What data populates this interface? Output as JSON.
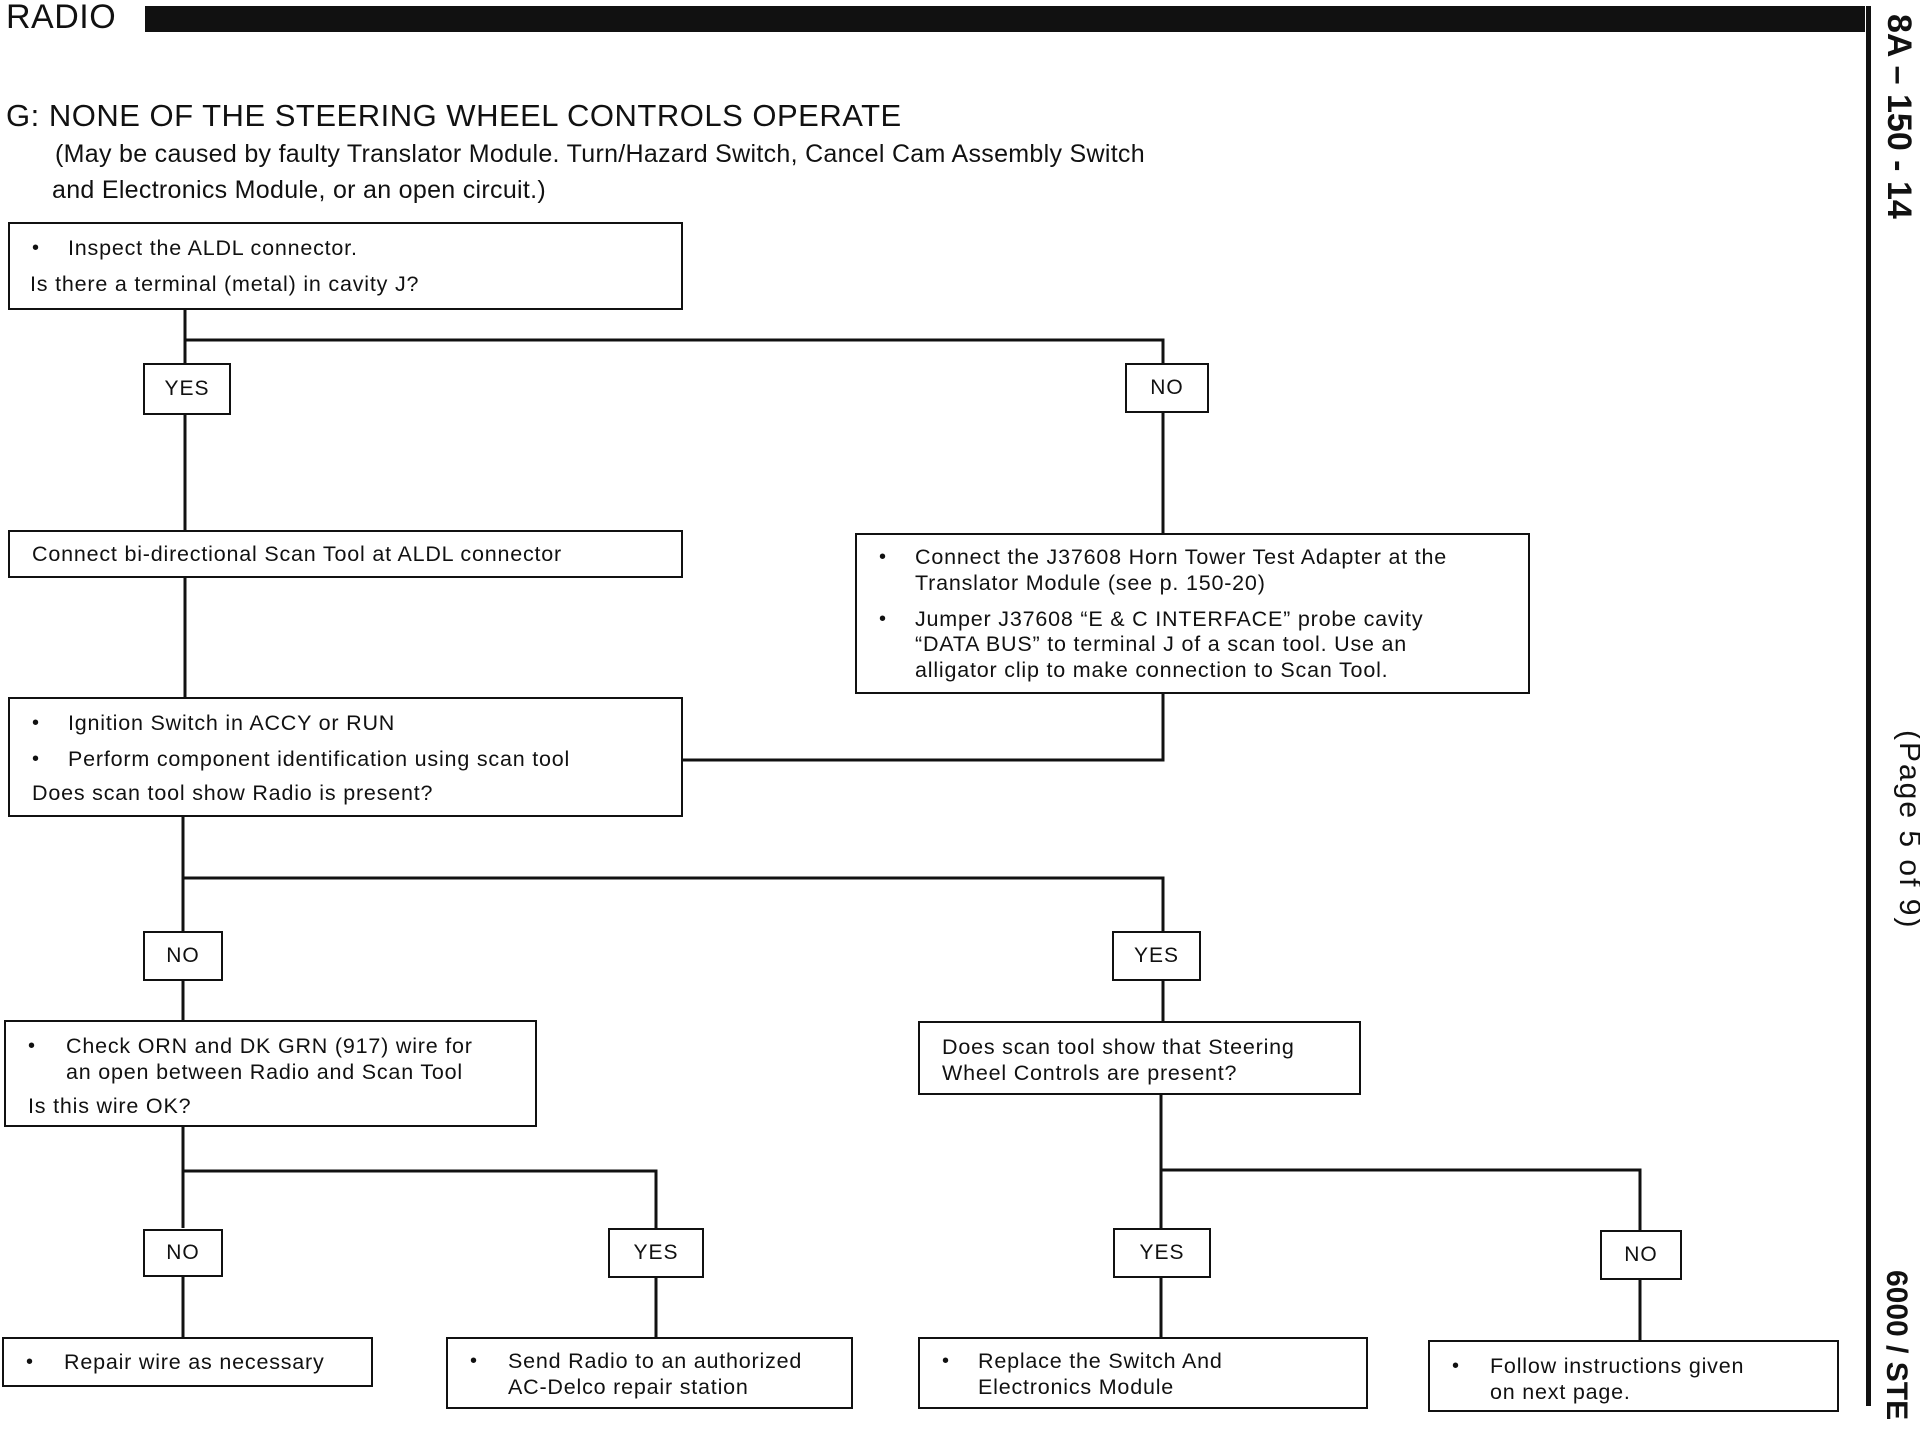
{
  "header": {
    "title": "RADIO",
    "side_code": "8A – 150 - 14",
    "side_page": "(Page 5 of 9)",
    "side_model": "6000 / STE"
  },
  "section": {
    "heading": "G: NONE OF THE STEERING WHEEL CONTROLS OPERATE",
    "sub_line1": "(May be caused by faulty Translator Module. Turn/Hazard Switch, Cancel Cam Assembly Switch",
    "sub_line2": "and Electronics Module, or an open circuit.)"
  },
  "boxes": {
    "aldl": {
      "bullet": "Inspect the ALDL connector.",
      "question": "Is there a terminal (metal) in cavity J?"
    },
    "connect_scan": {
      "text": "Connect bi-directional Scan Tool at ALDL connector"
    },
    "horn_tower": {
      "b1_l1": "Connect the J37608 Horn Tower Test Adapter at the",
      "b1_l2": "Translator Module (see p. 150-20)",
      "b2_l1": "Jumper J37608 “E & C INTERFACE” probe cavity",
      "b2_l2": "“DATA BUS” to terminal J of a scan tool. Use an",
      "b2_l3": "alligator clip to make connection to Scan Tool."
    },
    "ignition": {
      "b1": "Ignition Switch in ACCY or RUN",
      "b2": "Perform component identification using scan tool",
      "question": "Does scan tool show Radio is present?"
    },
    "check_wire": {
      "b1_l1": "Check ORN and DK GRN (917) wire for",
      "b1_l2": "an open between Radio and Scan Tool",
      "question": "Is this wire OK?"
    },
    "steering_present": {
      "l1": "Does scan tool show that Steering",
      "l2": "Wheel Controls are present?"
    },
    "repair_wire": {
      "b1": "Repair wire as necessary"
    },
    "send_radio": {
      "b1_l1": "Send Radio to an authorized",
      "b1_l2": "AC-Delco repair station"
    },
    "replace_switch": {
      "b1_l1": "Replace the Switch And",
      "b1_l2": "Electronics Module"
    },
    "follow": {
      "b1_l1": "Follow instructions given",
      "b1_l2": "on next page."
    }
  },
  "labels": {
    "yes": "YES",
    "no": "NO",
    "bullet": "•"
  }
}
